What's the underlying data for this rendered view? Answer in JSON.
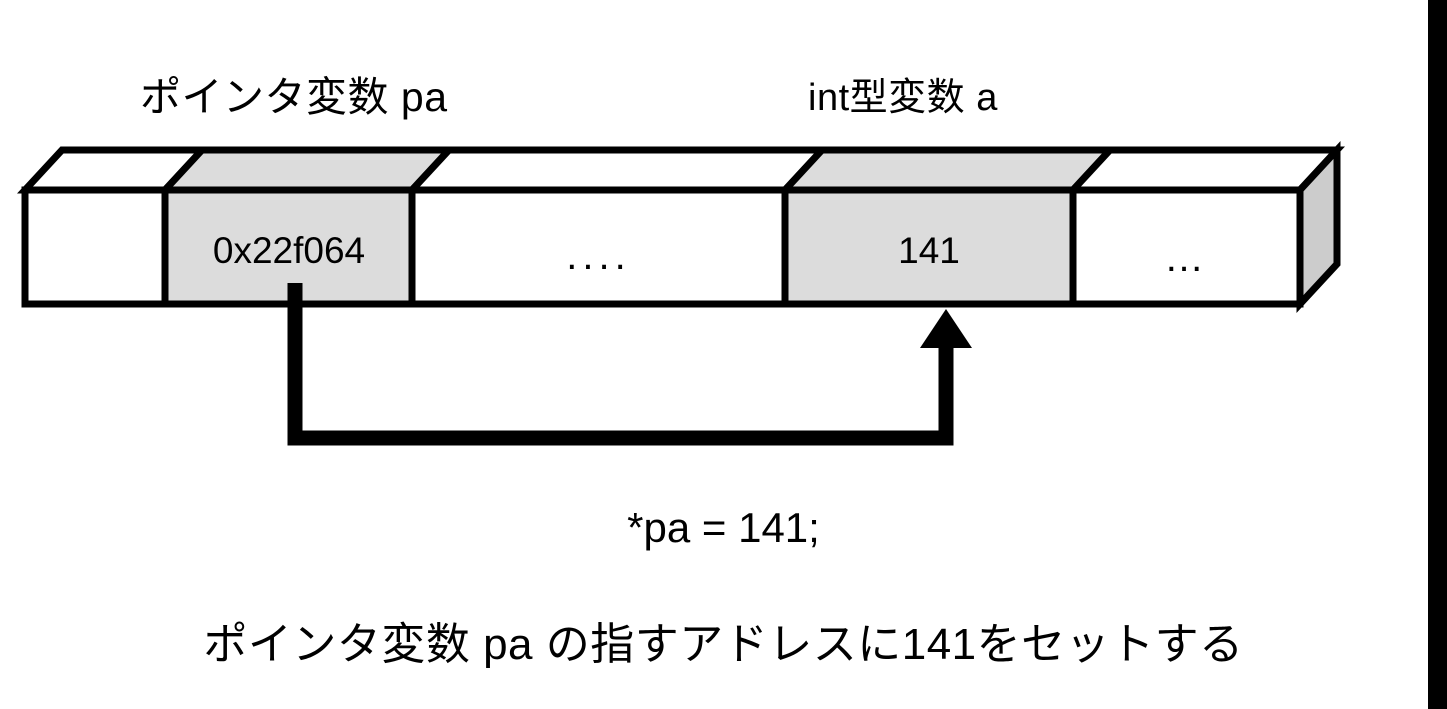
{
  "diagram": {
    "title_labels": {
      "pointer_label": "ポインタ変数 pa",
      "int_label": "int型変数 a"
    },
    "memory_cells": [
      {
        "name": "cell-empty-left",
        "text": "",
        "fill": "#ffffff",
        "highlighted": false
      },
      {
        "name": "cell-pointer-pa",
        "text": "0x22f064",
        "fill": "#dcdcdc",
        "highlighted": true
      },
      {
        "name": "cell-gap-middle",
        "text": "....",
        "fill": "#ffffff",
        "highlighted": false
      },
      {
        "name": "cell-variable-a",
        "text": "141",
        "fill": "#dcdcdc",
        "highlighted": true
      },
      {
        "name": "cell-tail-right",
        "text": "…",
        "fill": "#ffffff",
        "highlighted": false
      }
    ],
    "code_statement": "*pa = 141;",
    "caption": "ポインタ変数 pa の指すアドレスに141をセットする",
    "arrow": {
      "name": "pointer-arrow",
      "from_cell": "cell-pointer-pa",
      "to_cell": "cell-variable-a",
      "direction": "up"
    },
    "colors": {
      "stroke": "#000000",
      "cell_fill_default": "#ffffff",
      "cell_fill_highlight": "#dcdcdc",
      "side_face_fill": "#cccccc",
      "background": "#ffffff",
      "right_bar": "#000000"
    }
  }
}
